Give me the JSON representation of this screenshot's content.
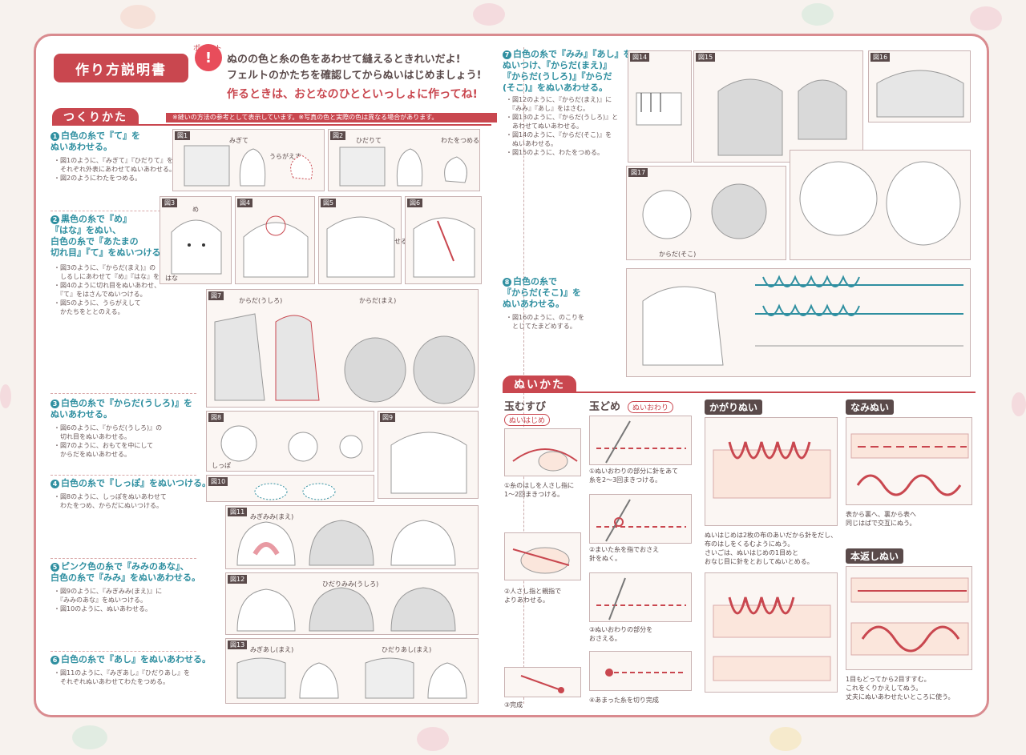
{
  "title": "作り方説明書",
  "point": {
    "label": "ポイント",
    "mark": "!"
  },
  "hints": [
    "ぬのの色と糸の色をあわせて縫えるときれいだよ!",
    "フェルトのかたちを確認してからぬいはじめましょう!",
    "作るときは、おとなのひとといっしょに作ってね!"
  ],
  "sections": {
    "make": "つくりかた",
    "sew": "ぬいかた"
  },
  "notice": "※縫いの方法の参考として表示しています。※写真の色と実際の色は異なる場合があります。",
  "steps_left": [
    {
      "n": "1",
      "title": "白色の糸で『て』を\nぬいあわせる。",
      "text": "・図1のように、『みぎて』『ひだりて』を\n　それぞれ外表にあわせてぬいあわせる。\n・図2のようにわたをつめる。"
    },
    {
      "n": "2",
      "title": "黒色の糸で『め』\n『はな』をぬい、\n白色の糸で『あたまの\n切れ目』『て』をぬいつける。",
      "text": "・図3のように、『からだ(まえ)』の\n　しるしにあわせて『め』『はな』をぬう。\n・図4のように切れ目をぬいあわせ、\n　『て』をはさんでぬいつける。\n・図5のように、うらがえして\n　かたちをととのえる。"
    },
    {
      "n": "3",
      "title": "白色の糸で『からだ(うしろ)』を\nぬいあわせる。",
      "text": "・図6のように、『からだ(うしろ)』の\n　切れ目をぬいあわせる。\n・図7のように、おもてを中にして\n　からだをぬいあわせる。"
    },
    {
      "n": "4",
      "title": "白色の糸で『しっぽ』をぬいつける。",
      "text": "・図8のように、しっぽをぬいあわせて\n　わたをつめ、からだにぬいつける。"
    },
    {
      "n": "5",
      "title": "ピンク色の糸で『みみのあな』、\n白色の糸で『みみ』をぬいあわせる。",
      "text": "・図9のように、『みぎみみ(まえ)』に\n　『みみのあな』をぬいつける。\n・図10のように、ぬいあわせる。"
    },
    {
      "n": "6",
      "title": "白色の糸で『あし』をぬいあわせる。",
      "text": "・図11のように、『みぎあし』『ひだりあし』を\n　それぞれぬいあわせてわたをつめる。"
    }
  ],
  "steps_right": [
    {
      "n": "7",
      "title": "白色の糸で『みみ』『あし』を\nぬいつけ、『からだ(まえ)』\n『からだ(うしろ)』『からだ\n(そこ)』をぬいあわせる。",
      "text": "・図12のように、『からだ(まえ)』に\n　『みみ』『あし』をはさむ。\n・図13のように、『からだ(うしろ)』と\n　あわせてぬいあわせる。\n・図14のように、『からだ(そこ)』を\n　ぬいあわせる。\n・図15のように、わたをつめる。"
    },
    {
      "n": "8",
      "title": "白色の糸で\n『からだ(そこ)』を\nぬいあわせる。",
      "text": "・図16のように、のこりを\n　とじてたまどめする。"
    }
  ],
  "figures": {
    "f1": "図1",
    "f2": "図2",
    "f3": "図3",
    "f4": "図4",
    "f5": "図5",
    "f6": "図6",
    "f7": "図7",
    "f8": "図8",
    "f9": "図9",
    "f10": "図10",
    "f11": "図11",
    "f12": "図12",
    "f13": "図13",
    "f14": "図14",
    "f15": "図15",
    "f16": "図16",
    "f17": "図17",
    "notes": {
      "migite": "みぎて",
      "hidarite": "ひだりて",
      "uragaesu": "うらがえす",
      "wata": "わたをつめる",
      "karada_mae": "からだ(まえ)",
      "karada_ushiro": "からだ(うしろ)",
      "karada_soko": "からだ(そこ)",
      "kirime": "切れ目をぬいあわせる",
      "shippo": "しっぽ",
      "migimimi": "みぎみみ(まえ)",
      "hidarimimi": "ひだりみみ(うしろ)",
      "migiashi": "みぎあし(まえ)",
      "hidariashi": "ひだりあし(まえ)",
      "me": "め",
      "hana": "はな"
    }
  },
  "stitches": {
    "tamamusubi": {
      "title": "玉むすび",
      "sub": "ぬいはじめ",
      "steps": [
        "①糸のはしを人さし指に\n1〜2回まきつける。",
        "②人さし指と親指で\nよりあわせる。",
        "③完成"
      ]
    },
    "tamadome": {
      "title": "玉どめ",
      "sub": "ぬいおわり",
      "steps": [
        "①ぬいおわりの部分に針をあて\n糸を2〜3回まきつける。",
        "②まいた糸を指でおさえ\n針をぬく。",
        "③ぬいおわりの部分を\nおさえる。",
        "④あまった糸を切り完成"
      ]
    },
    "kagari": {
      "title": "かがりぬい",
      "text": "ぬいはじめは2枚の布のあいだから針をだし、\n布のはしをくるむようにぬう。\nさいごは、ぬいはじめの1目めと\nおなじ目に針をとおしてぬいとめる。"
    },
    "nami": {
      "title": "なみぬい",
      "text": "表から裏へ、裏から表へ\n同じはばで交互にぬう。"
    },
    "hongaeshi": {
      "title": "本返しぬい",
      "text": "1目もどってから2目すすむ。\nこれをくりかえしてぬう。\n丈夫にぬいあわせたいところに使う。"
    }
  },
  "colors": {
    "accent": "#c9474f",
    "step": "#2f8fa0",
    "frame": "#d98b8f"
  }
}
